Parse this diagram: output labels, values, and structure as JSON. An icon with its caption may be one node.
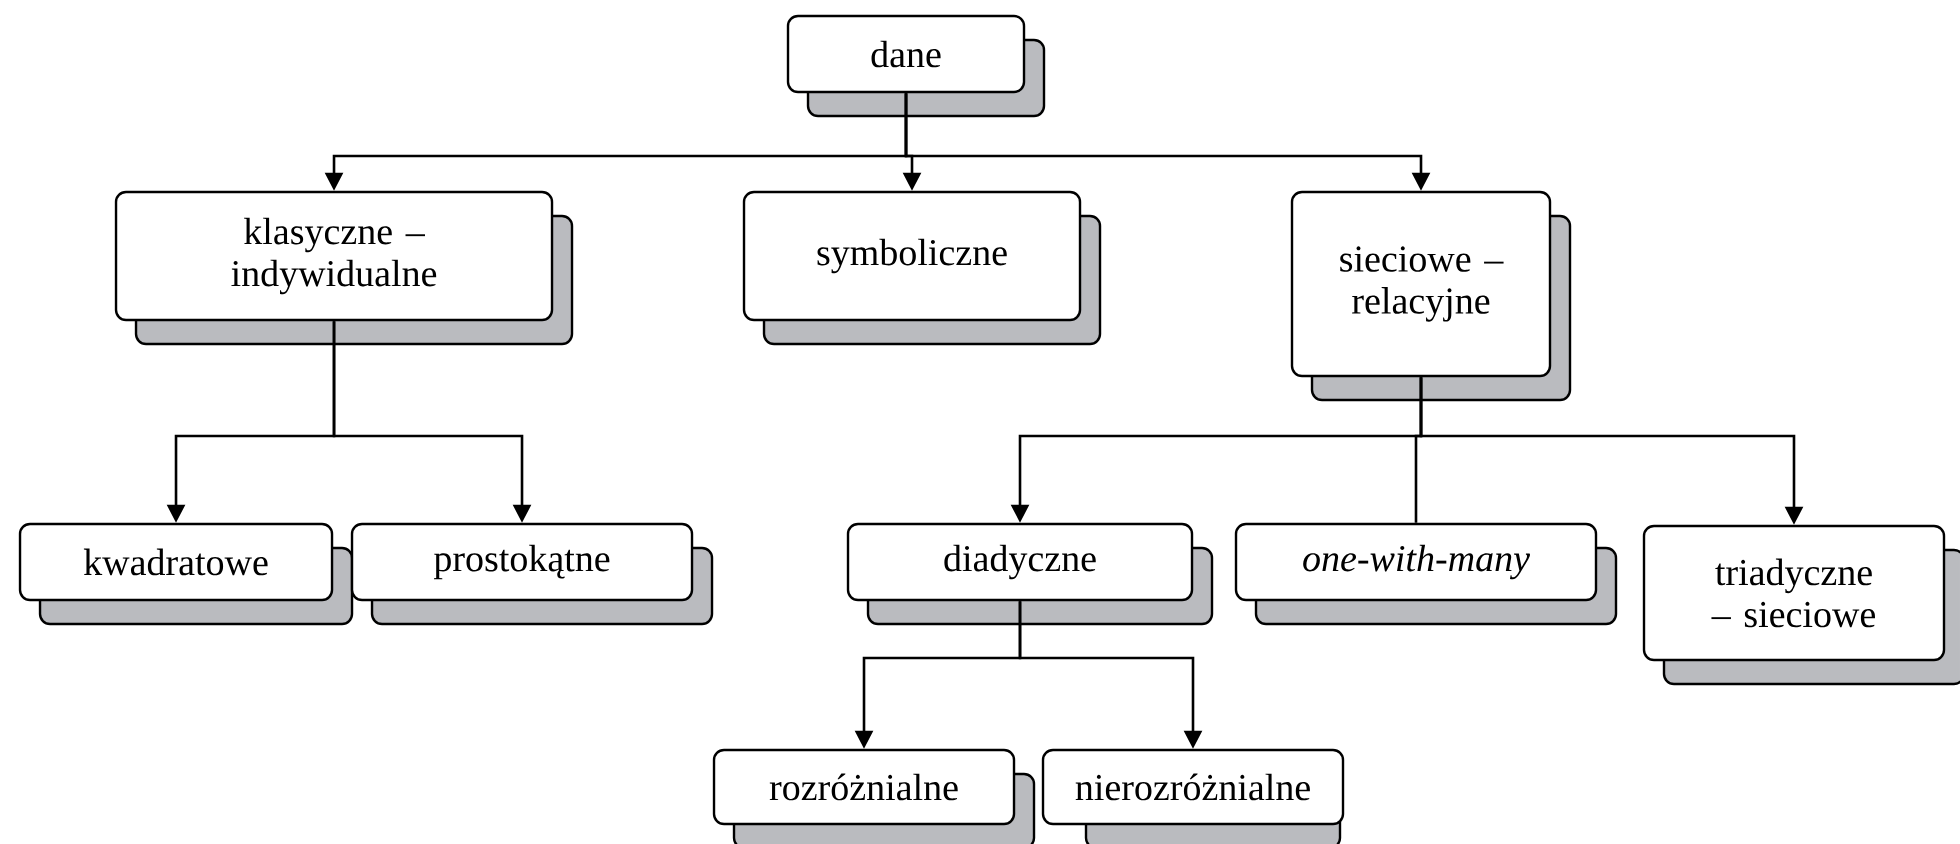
{
  "diagram": {
    "nodes": [
      {
        "text": [
          "dane"
        ]
      },
      {
        "text": [
          "klasyczne – indywidualne"
        ]
      },
      {
        "text": [
          "symboliczne"
        ]
      },
      {
        "text": [
          "sieciowe – relacyjne"
        ]
      },
      {
        "text": [
          "kwadratowe"
        ]
      },
      {
        "text": [
          "prostokątne"
        ]
      },
      {
        "text": [
          "diadyczne"
        ]
      },
      {
        "text": [
          "one-with-many"
        ]
      },
      {
        "text": [
          "triadyczne – sieciowe"
        ]
      },
      {
        "text": [
          "rozróżnialne"
        ]
      },
      {
        "text": [
          "nierozróżnialne"
        ]
      }
    ],
    "edges": [
      {
        "from": 0,
        "to": 1,
        "arrow": "to"
      },
      {
        "from": 0,
        "to": 2,
        "arrow": "to"
      },
      {
        "from": 0,
        "to": 3,
        "arrow": "to"
      },
      {
        "from": 1,
        "to": 4,
        "arrow": "to"
      },
      {
        "from": 1,
        "to": 5,
        "arrow": "to"
      },
      {
        "from": 3,
        "to": 6,
        "arrow": "to"
      },
      {
        "from": 3,
        "to": 7,
        "arrow": "none"
      },
      {
        "from": 3,
        "to": 8,
        "arrow": "to"
      },
      {
        "from": 6,
        "to": 9,
        "arrow": "to"
      },
      {
        "from": 6,
        "to": 10,
        "arrow": "to"
      }
    ]
  }
}
